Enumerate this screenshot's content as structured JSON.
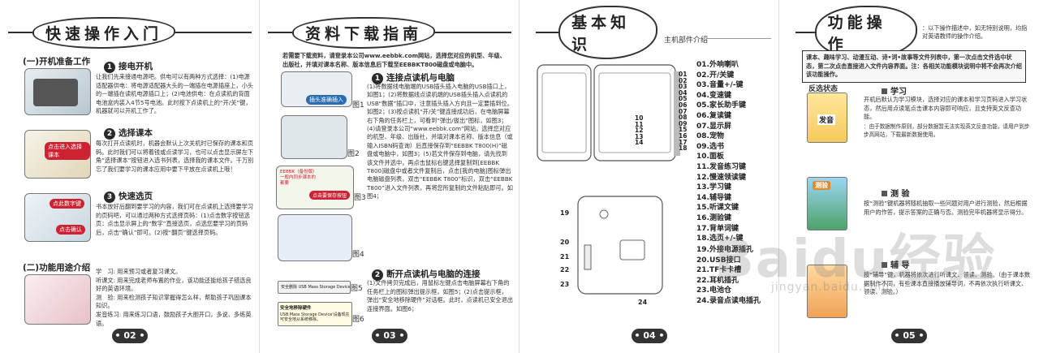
{
  "p1": {
    "title": "快速操作入门",
    "sec1": "(一)开机准备工作",
    "s1_title": "接电开机",
    "s1_text": "让我们先来接通电源吧。供电可以有两种方式选择：(1)电源适配器供电：将电源适配器大头的一端插在电源插座上，小头的一端插在读机电源插口上；(2)电池供电：在点读机的背面电池盒内装入4节5号电池。此时按下点读机上的“开/关”键，机器就可以开机工作了。",
    "s2_title": "选择课本",
    "s2_text": "每次打开点读机时，机器会默认上次关机时已保存的课本和页码。此时我们可以将着钱或点读学习，也可以点击显示屏左下角“选择课本”按钮进入选书列表，选择我的课本文件。千万别忘了我们要学习的课本应用中要下平放在点读机上哦！",
    "s3_title": "快速选页",
    "s3_text": "书本放好后翻到要学习的内容，我们可在点读机上选择要学习的页码吧，可以通过两种方式选择页码：(1)点击数字按钮选页：点击显示屏上的“数字”直接选页，点选您要学习的页码后，点击“确认”即可。(2)按“翻页”键选择页码。",
    "sec2": "(二)功能用途介绍",
    "funcs": [
      {
        "k": "学　习:",
        "v": "用来预习或者复习课文。"
      },
      {
        "k": "听课文:",
        "v": "用来完成老师布置的作业，该功能还能给孩子错选良好的英语环境。"
      },
      {
        "k": "测　验:",
        "v": "用来检测孩子知识掌握得怎么样，帮助孩子巩固课本知识。"
      },
      {
        "k": "发音练习:",
        "v": "用来练习口语，鼓励孩子大胆开口，多说、多练英语。"
      }
    ],
    "callout1": "点击进入选择课本",
    "callout2": "点此数字键",
    "callout3": "点击确认",
    "page": "02"
  },
  "p2": {
    "title": "资料下载指南",
    "intro": "若需要下载资料，请登录本公司www.eebbk.com网站，选择您对应的机型、年级、出版社，并填对课本名称、版本信息后下载至EEBBKT800磁盘或电脑中。",
    "s1_title": "连接点读机与电脑",
    "s1_text": "(1)将数据线电脑端的USB插头插入电脑的USB插口上，如图1；(2)将数据线点读机端的USB插头插入点读机的USB“数据”插口中，注意插头插入方向且一定要插到位。如图2；(3)按点读机“开/关”键连接成功后，在电脑屏幕右下角的任务栏上，可看到“弹出/拔出”图标，如图3；(4)请登录本公司“www.eebbk.com”网站，选择您对应的机型、年级、出版社，并填对课本名称、版本信息（或输入ISBN码查询）后直接保存到“EEBBK T800(H)”磁盘或电脑中，如图3；(5)若文件保存到电脑，请先找到该文件并选中，再点击鼠标右键选择复制到[EEBBK T800]磁盘中或者文件复制后，点击[我的电脑]图标弹出电脑磁盘列表，双击“EEBBK T800”标识，双击“EEBBK T800”进入文件列表，再将您所复制的文件粘贴即可。如图4；",
    "s2_title": "断开点读机与电脑的连接",
    "s2_text": "(1)文件拷贝完成后，用鼠标左键点击电脑屏幕右下角的任务栏上的图标弹出提示框，如图5；(2)点击提示框，弹出“安全地移除硬件”对话框。此时，点读机已安全退出连接界面。如图6；",
    "fig1": "图1",
    "fig2": "图2",
    "fig3": "图3",
    "fig4": "图4",
    "fig5": "图5",
    "fig6": "图6",
    "fig1_label": "插头准确插入",
    "fig3_label1": "EEBBK（备份版）一般内同步课本的都要",
    "fig3_label2": "点击要保存按钮",
    "fig5_text": "安全删除 USB Mass Storage Device - 驱动器(G:)",
    "fig6_title": "安全地移除硬件",
    "fig6_text": "USB Mass Storage Device'设备现在可安全地从系统移除。",
    "page": "03"
  },
  "p3": {
    "title": "基本知识",
    "subtitle": "主机部件介绍",
    "parts1": [
      "01.外响喇叭",
      "02.开/关键",
      "03.音量+/-键",
      "04.变速键",
      "05.家长助手键",
      "06.复读键",
      "07.显示屏",
      "08.宠物",
      "09.选书",
      "10.面板",
      "11.发音练习键",
      "12.慢速领读键",
      "13.学习键",
      "14.辅导键",
      "15.听课文键",
      "16.测验键",
      "17.背单词键",
      "18.选页+/-键"
    ],
    "parts2": [
      "19.外接电源插孔",
      "20.USB接口",
      "21.TF卡卡槽",
      "22.耳机插孔",
      "23.电池仓",
      "24.录音点读电插孔"
    ],
    "left_nums": [
      "10",
      "11",
      "12",
      "13",
      "14"
    ],
    "right_nums": [
      "01",
      "02",
      "03",
      "04",
      "05",
      "06",
      "07",
      "08",
      "09",
      "15",
      "16",
      "17",
      "18"
    ],
    "back_nums": [
      "19",
      "20",
      "21",
      "22",
      "23",
      "24"
    ],
    "page": "04"
  },
  "p4": {
    "title": "功能操作",
    "note_top": "：以下操作描述中，如无特别说明，均指对英语教师的操作介绍。",
    "note_box": "课本、趣味学习、动漫互动、诗•词•故事等文件列表中，第一次点击文件选中状态，第二次点击直接进入文件内容界面。注：各相关功能模块说明中将不会再次介绍该功能操作。",
    "reverse_label": "反选状态",
    "study_title": "学习",
    "study_text": "开机后默认为学习模块，选择对应的课本和学习页码进入学习状态，然后用点读笔点击课本内容即可响应，且支持英文反查功能。",
    "study_note": "：由于数据制作原则，部分数据暂无法实现英文反查功能，请用户到步步高网站，下载最新数据使用。",
    "quiz_title": "测 验",
    "quiz_text": "按“测验”键机器将随机抽取一些问题对用户进行测验，然后根据用户的作答，提示答案的正确与否。测验完毕机器将显示得分。",
    "tutor_title": "辅 导",
    "tutor_text": "按“辅导”键，机器将依次进行听课文、领读、测验。（由于课本数据制作不同，有些课本直接播放辅导词，不再依次执行听课文、领读、测验。）",
    "screen_text": "发音",
    "screen_label": "测验",
    "page": "05"
  },
  "watermark": {
    "logo": "Baidu经验",
    "url": "jingyan.baidu.com"
  }
}
